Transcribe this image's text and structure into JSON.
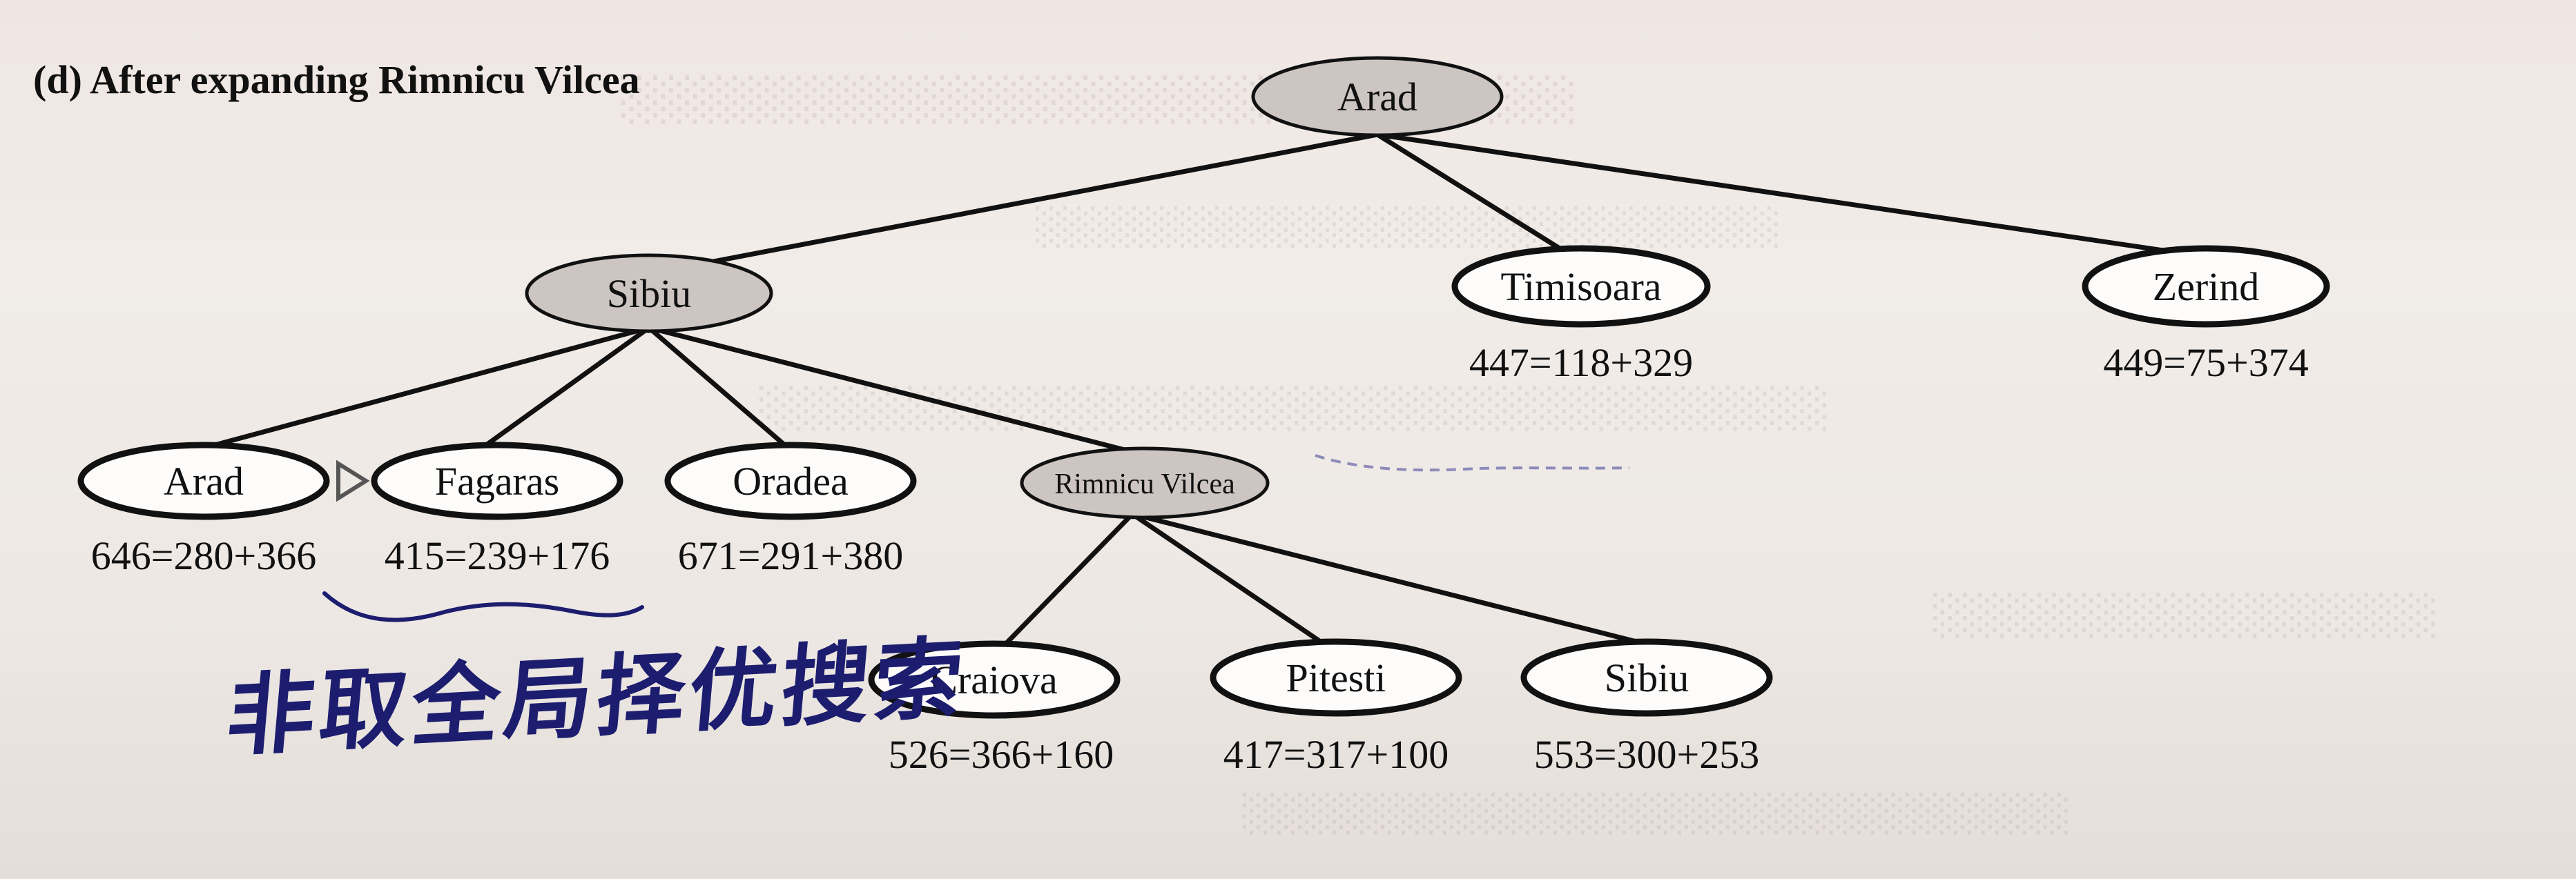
{
  "heading": "(d) After expanding Rimnicu Vilcea",
  "tree": {
    "root": {
      "label": "Arad"
    },
    "level1": {
      "sibiu": {
        "label": "Sibiu"
      },
      "timisoara": {
        "label": "Timisoara",
        "cost": "447=118+329"
      },
      "zerind": {
        "label": "Zerind",
        "cost": "449=75+374"
      }
    },
    "level2": {
      "arad": {
        "label": "Arad",
        "cost": "646=280+366"
      },
      "fagaras": {
        "label": "Fagaras",
        "cost": "415=239+176"
      },
      "oradea": {
        "label": "Oradea",
        "cost": "671=291+380"
      },
      "rimnicu": {
        "label": "Rimnicu Vilcea"
      }
    },
    "level3": {
      "craiova": {
        "label": "Craiova",
        "cost": "526=366+160"
      },
      "pitesti": {
        "label": "Pitesti",
        "cost": "417=317+100"
      },
      "sibiu": {
        "label": "Sibiu",
        "cost": "553=300+253"
      }
    }
  },
  "annotation": {
    "handwritten_note": "非取全局择优搜索"
  },
  "colors": {
    "expanded_fill": "#cdc5c2",
    "frontier_fill": "#ffffff",
    "ink": "#111111",
    "pen": "#1c1d6e",
    "paper": "#efe9e4"
  }
}
